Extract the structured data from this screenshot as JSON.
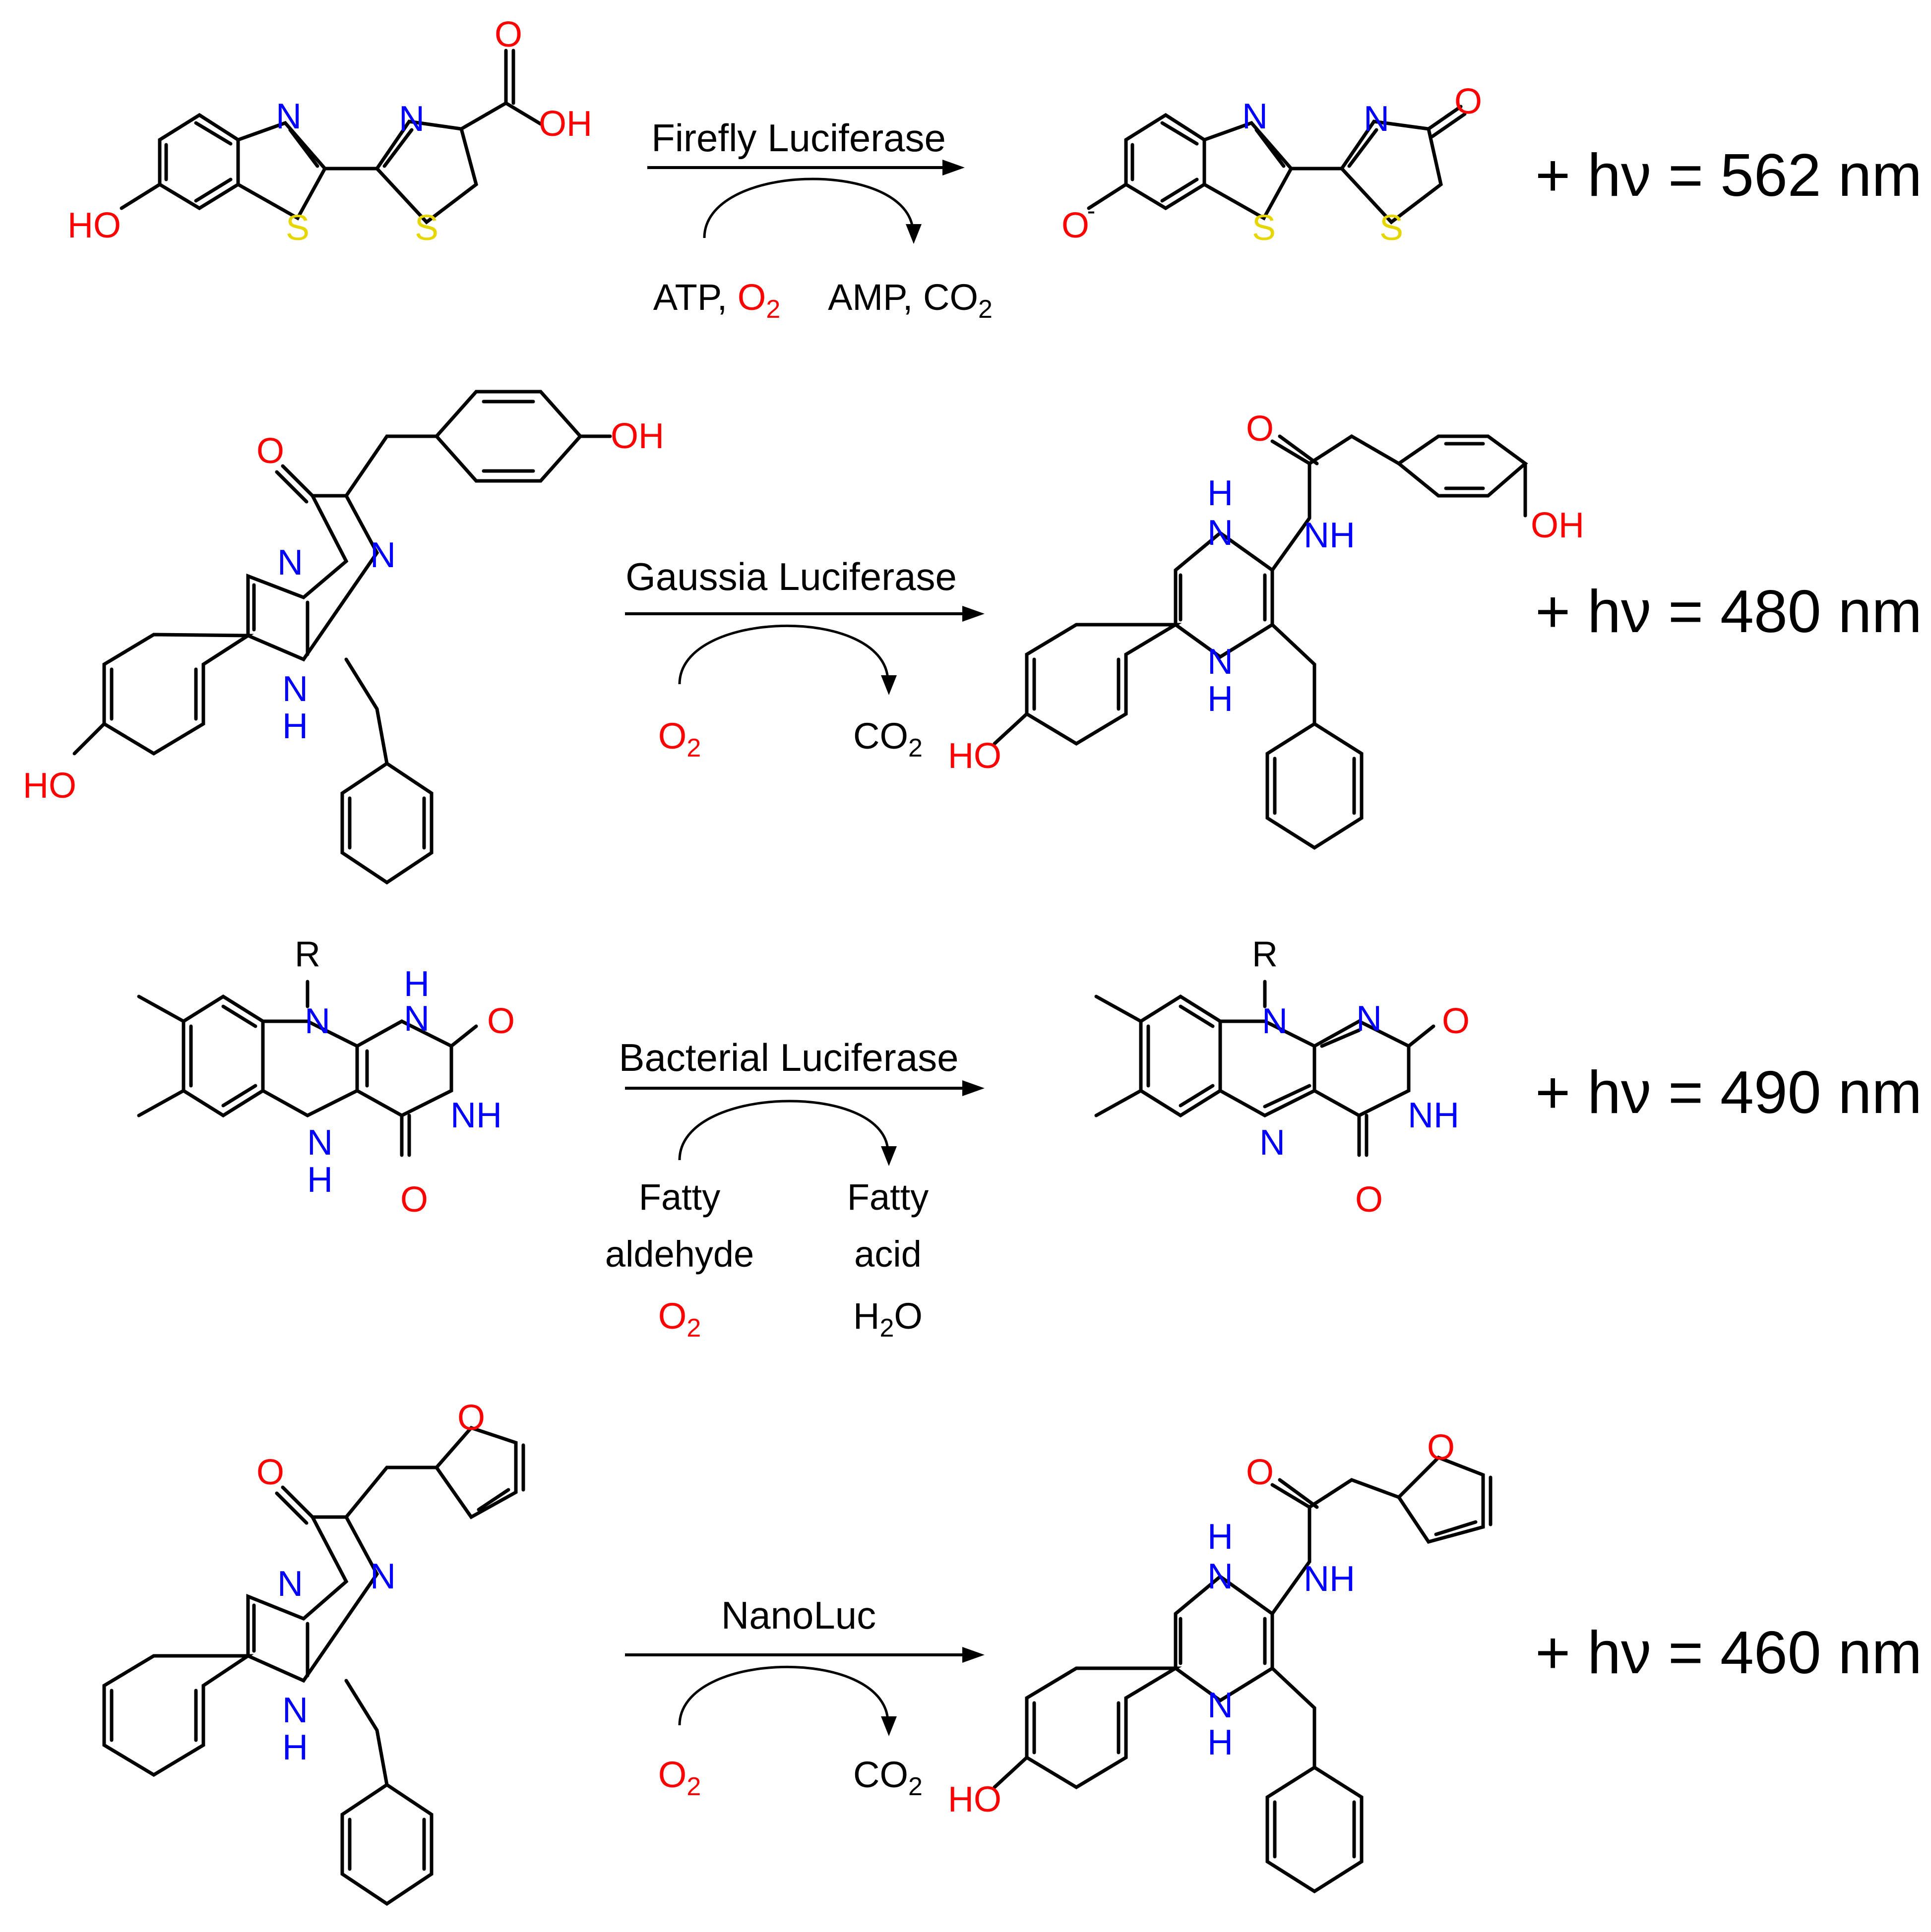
{
  "colors": {
    "oxygen": "#ff0000",
    "nitrogen": "#0000ff",
    "sulfur": "#e6d600",
    "carbon": "#000000"
  },
  "reactions": [
    {
      "enzyme": "Firefly Luciferase",
      "emission": "+ hν = 562 nm",
      "left_cofactors": [
        {
          "text": "ATP, ",
          "color": "#000000"
        },
        {
          "text": "O",
          "color": "#ff0000"
        },
        {
          "text": "2",
          "color": "#ff0000",
          "sub": true
        }
      ],
      "right_cofactors": [
        {
          "text": "AMP, CO",
          "color": "#000000"
        },
        {
          "text": "2",
          "color": "#000000",
          "sub": true
        }
      ]
    },
    {
      "enzyme": "Gaussia Luciferase",
      "emission": "+ hν = 480 nm",
      "left_cofactors": [
        {
          "text": "O",
          "color": "#ff0000"
        },
        {
          "text": "2",
          "color": "#ff0000",
          "sub": true
        }
      ],
      "right_cofactors": [
        {
          "text": "CO",
          "color": "#000000"
        },
        {
          "text": "2",
          "color": "#000000",
          "sub": true
        }
      ]
    },
    {
      "enzyme": "Bacterial Luciferase",
      "emission": "+ hν = 490 nm",
      "left_lines": [
        [
          {
            "text": "Fatty",
            "color": "#000000"
          }
        ],
        [
          {
            "text": "aldehyde",
            "color": "#000000"
          }
        ],
        [
          {
            "text": "O",
            "color": "#ff0000"
          },
          {
            "text": "2",
            "color": "#ff0000",
            "sub": true
          }
        ]
      ],
      "right_lines": [
        [
          {
            "text": "Fatty",
            "color": "#000000"
          }
        ],
        [
          {
            "text": "acid",
            "color": "#000000"
          }
        ],
        [
          {
            "text": "H",
            "color": "#000000"
          },
          {
            "text": "2",
            "color": "#000000",
            "sub": true
          },
          {
            "text": "O",
            "color": "#000000"
          }
        ]
      ]
    },
    {
      "enzyme": "NanoLuc",
      "emission": "+ hν = 460 nm",
      "left_cofactors": [
        {
          "text": "O",
          "color": "#ff0000"
        },
        {
          "text": "2",
          "color": "#ff0000",
          "sub": true
        }
      ],
      "right_cofactors": [
        {
          "text": "CO",
          "color": "#000000"
        },
        {
          "text": "2",
          "color": "#000000",
          "sub": true
        }
      ]
    }
  ],
  "molecules": [
    {
      "name": "d-luciferin",
      "atoms": [
        {
          "text": "N",
          "color": "#0000ff"
        },
        {
          "text": "S",
          "color": "#e6d600"
        },
        {
          "text": "N",
          "color": "#0000ff"
        },
        {
          "text": "S",
          "color": "#e6d600"
        },
        {
          "text": "O",
          "color": "#ff0000"
        },
        {
          "text": "OH",
          "color": "#ff0000"
        },
        {
          "text": "HO",
          "color": "#ff0000"
        }
      ]
    },
    {
      "name": "oxyluciferin",
      "atoms": [
        {
          "text": "N",
          "color": "#0000ff"
        },
        {
          "text": "S",
          "color": "#e6d600"
        },
        {
          "text": "N",
          "color": "#0000ff"
        },
        {
          "text": "S",
          "color": "#e6d600"
        },
        {
          "text": "O",
          "color": "#ff0000"
        },
        {
          "text": "O",
          "color": "#ff0000"
        },
        {
          "text": "-",
          "color": "#000000"
        }
      ]
    },
    {
      "name": "coelenterazine",
      "atoms": [
        {
          "text": "O",
          "color": "#ff0000"
        },
        {
          "text": "N",
          "color": "#0000ff"
        },
        {
          "text": "N",
          "color": "#0000ff"
        },
        {
          "text": "N",
          "color": "#0000ff"
        },
        {
          "text": "H",
          "color": "#0000ff"
        },
        {
          "text": "OH",
          "color": "#ff0000"
        },
        {
          "text": "HO",
          "color": "#ff0000"
        }
      ]
    },
    {
      "name": "coelenteramide",
      "atoms": [
        {
          "text": "O",
          "color": "#ff0000"
        },
        {
          "text": "NH",
          "color": "#0000ff"
        },
        {
          "text": "H",
          "color": "#0000ff"
        },
        {
          "text": "N",
          "color": "#0000ff"
        },
        {
          "text": "N",
          "color": "#0000ff"
        },
        {
          "text": "H",
          "color": "#0000ff"
        },
        {
          "text": "OH",
          "color": "#ff0000"
        },
        {
          "text": "HO",
          "color": "#ff0000"
        }
      ]
    },
    {
      "name": "reduced-flavin",
      "atoms": [
        {
          "text": "R",
          "color": "#000000"
        },
        {
          "text": "N",
          "color": "#0000ff"
        },
        {
          "text": "H",
          "color": "#0000ff"
        },
        {
          "text": "N",
          "color": "#0000ff"
        },
        {
          "text": "O",
          "color": "#ff0000"
        },
        {
          "text": "NH",
          "color": "#0000ff"
        },
        {
          "text": "O",
          "color": "#ff0000"
        },
        {
          "text": "N",
          "color": "#0000ff"
        },
        {
          "text": "H",
          "color": "#0000ff"
        }
      ]
    },
    {
      "name": "oxidized-flavin",
      "atoms": [
        {
          "text": "R",
          "color": "#000000"
        },
        {
          "text": "N",
          "color": "#0000ff"
        },
        {
          "text": "N",
          "color": "#0000ff"
        },
        {
          "text": "O",
          "color": "#ff0000"
        },
        {
          "text": "NH",
          "color": "#0000ff"
        },
        {
          "text": "O",
          "color": "#ff0000"
        },
        {
          "text": "N",
          "color": "#0000ff"
        }
      ]
    },
    {
      "name": "furimazine",
      "atoms": [
        {
          "text": "O",
          "color": "#ff0000"
        },
        {
          "text": "O",
          "color": "#ff0000"
        },
        {
          "text": "N",
          "color": "#0000ff"
        },
        {
          "text": "N",
          "color": "#0000ff"
        },
        {
          "text": "N",
          "color": "#0000ff"
        },
        {
          "text": "H",
          "color": "#0000ff"
        }
      ]
    },
    {
      "name": "furimamide",
      "atoms": [
        {
          "text": "O",
          "color": "#ff0000"
        },
        {
          "text": "O",
          "color": "#ff0000"
        },
        {
          "text": "NH",
          "color": "#0000ff"
        },
        {
          "text": "H",
          "color": "#0000ff"
        },
        {
          "text": "N",
          "color": "#0000ff"
        },
        {
          "text": "N",
          "color": "#0000ff"
        },
        {
          "text": "H",
          "color": "#0000ff"
        },
        {
          "text": "HO",
          "color": "#ff0000"
        }
      ]
    }
  ]
}
